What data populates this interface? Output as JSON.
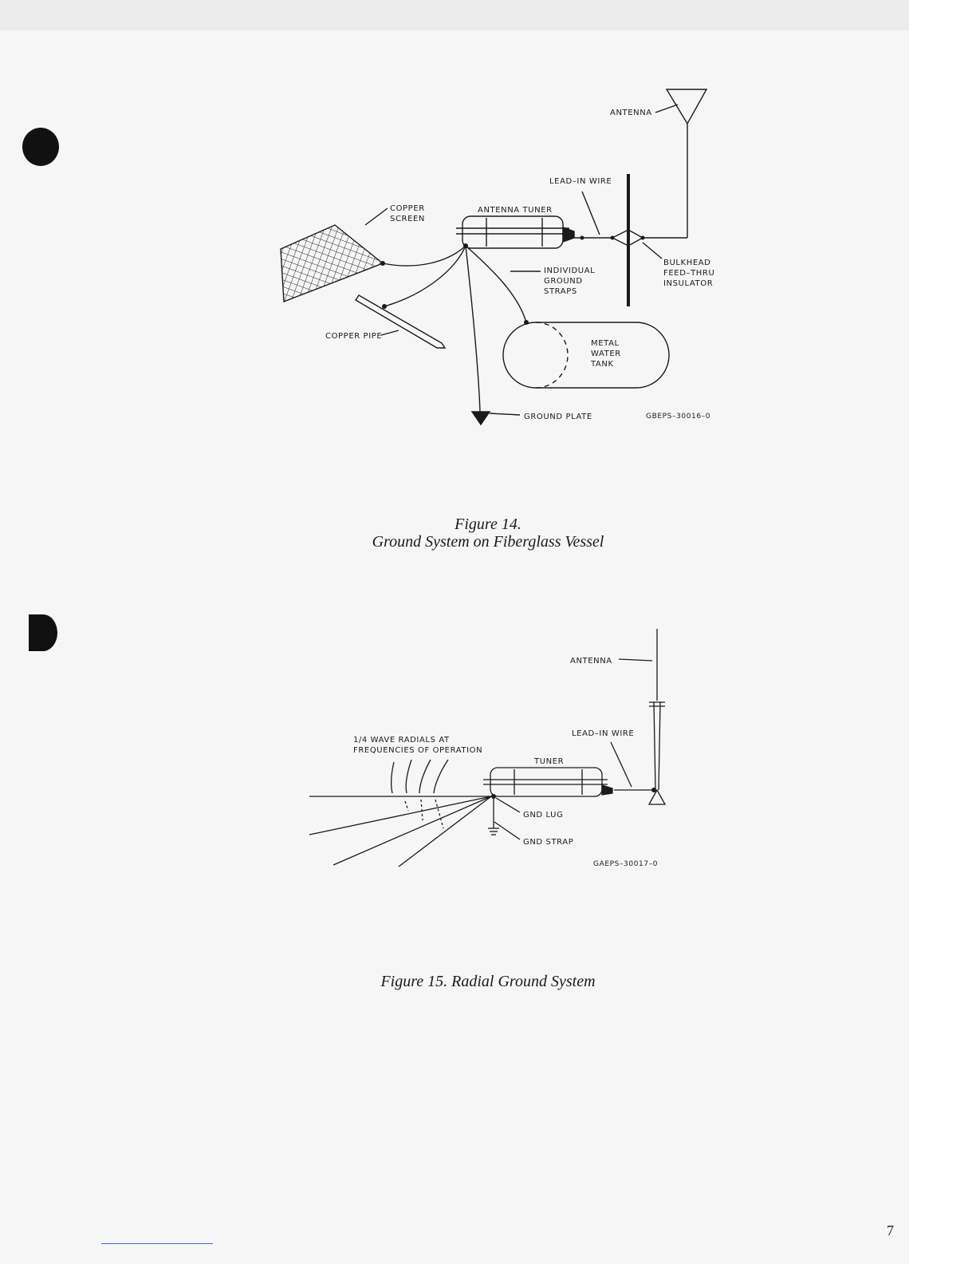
{
  "figure14": {
    "labels": {
      "antenna": "ANTENNA",
      "lead_in_wire": "LEAD–IN WIRE",
      "copper_screen": "COPPER\nSCREEN",
      "antenna_tuner": "ANTENNA TUNER",
      "bulkhead": "BULKHEAD\nFEED–THRU\nINSULATOR",
      "ground_straps": "INDIVIDUAL\nGROUND\nSTRAPS",
      "copper_pipe": "COPPER PIPE",
      "water_tank": "METAL\nWATER\nTANK",
      "ground_plate": "GROUND PLATE",
      "code": "GBEPS–30016–0"
    },
    "caption_number": "Figure 14.",
    "caption_title": "Ground System on Fiberglass Vessel"
  },
  "figure15": {
    "labels": {
      "antenna": "ANTENNA",
      "lead_in_wire": "LEAD–IN WIRE",
      "radials": "1/4 WAVE RADIALS AT\nFREQUENCIES OF OPERATION",
      "tuner": "TUNER",
      "gnd_lug": "GND LUG",
      "gnd_strap": "GND STRAP",
      "code": "GAEPS–30017–0"
    },
    "caption": "Figure 15. Radial Ground System"
  },
  "page_number": "7"
}
